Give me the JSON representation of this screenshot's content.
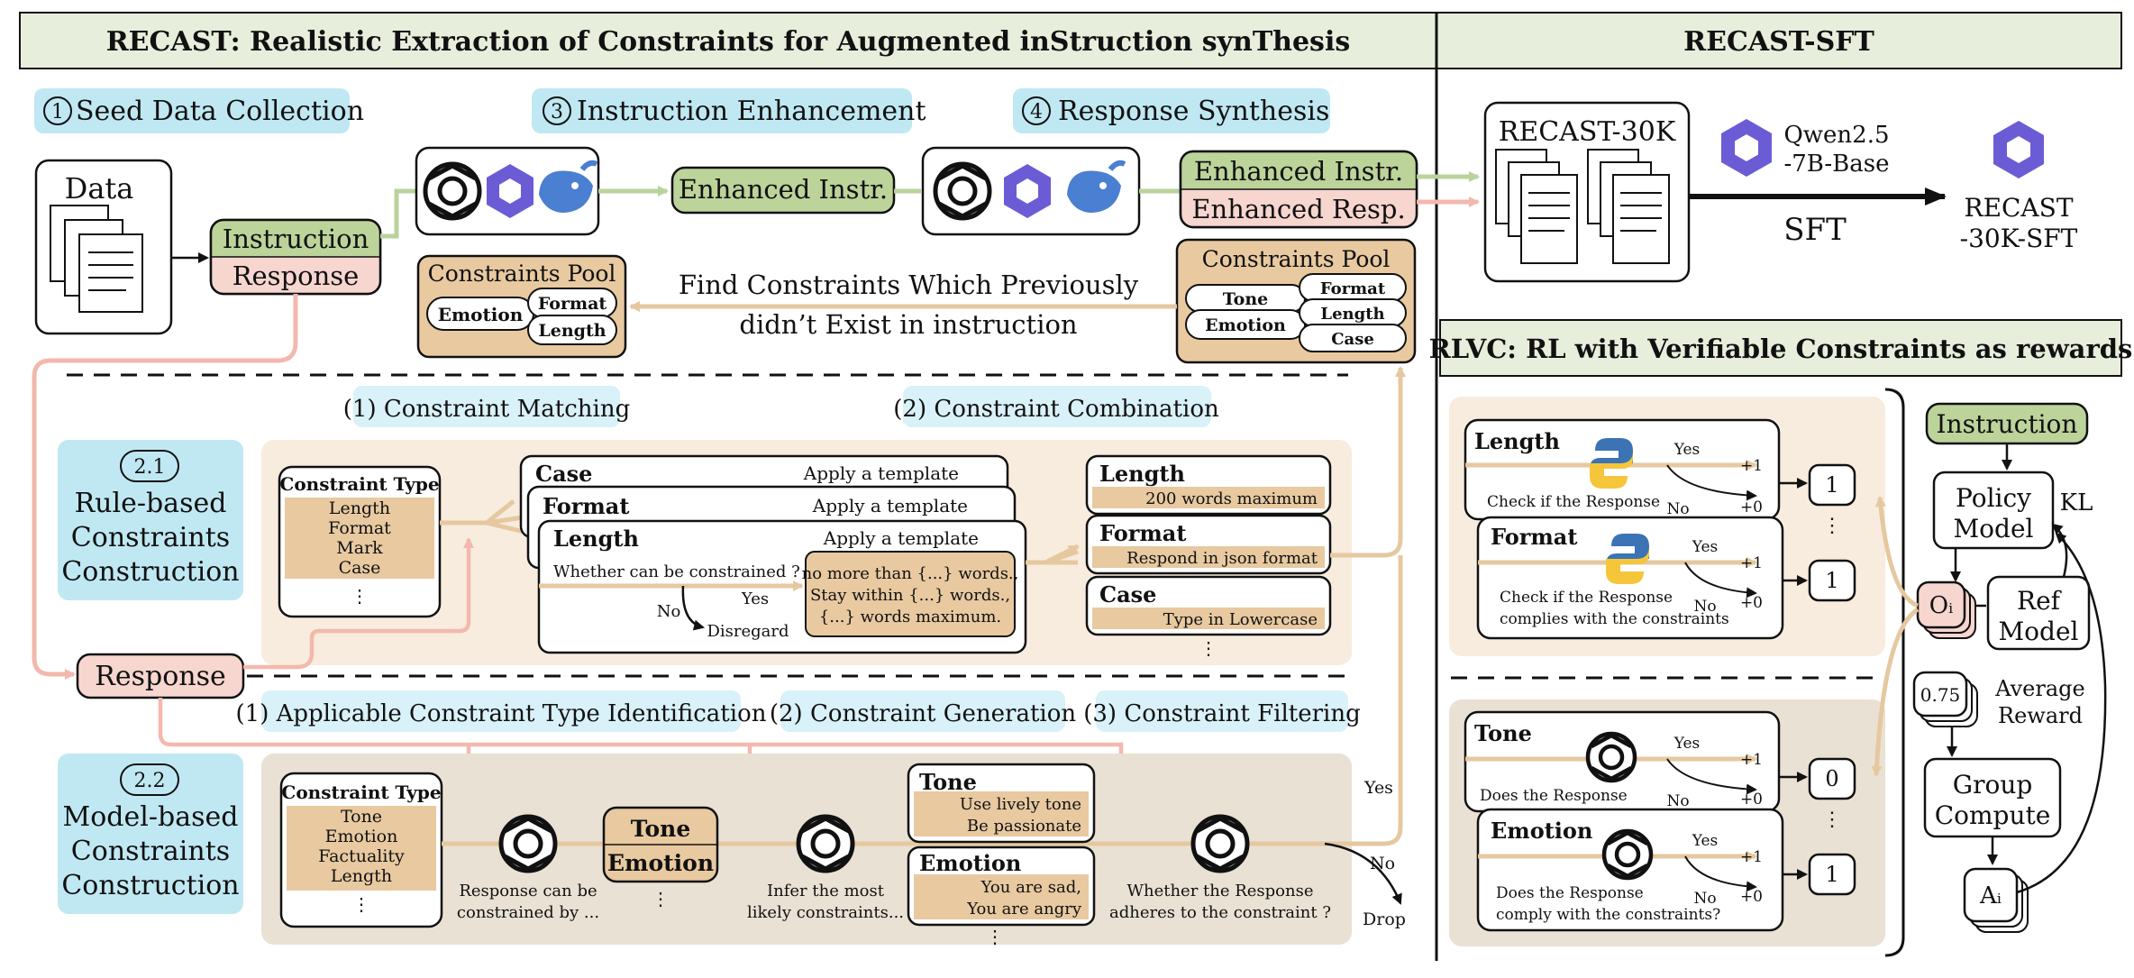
{
  "header": {
    "left_title": "RECAST: Realistic Extraction of Constraints for Augmented inStruction synThesis",
    "right_title": "RECAST-SFT",
    "rlvc_title": "RLVC: RL with Verifiable Constraints as rewards"
  },
  "stages": {
    "step1": {
      "num": "1",
      "label": "Seed Data Collection"
    },
    "step3": {
      "num": "3",
      "label": "Instruction Enhancement"
    },
    "step4": {
      "num": "4",
      "label": "Response Synthesis"
    }
  },
  "seed": {
    "data_label": "Data",
    "instruction": "Instruction",
    "response": "Response"
  },
  "enhance": {
    "enhanced_instr": "Enhanced Instr.",
    "pool_title": "Constraints Pool",
    "pool_items": [
      "Emotion",
      "Format",
      "Length"
    ]
  },
  "synth": {
    "enhanced_instr": "Enhanced Instr.",
    "enhanced_resp": "Enhanced Resp.",
    "pool_title": "Constraints Pool",
    "pool_items": [
      "Tone",
      "Format",
      "Emotion",
      "Length",
      "Case"
    ]
  },
  "find_text": {
    "line1": "Find Constraints Which Previously",
    "line2": "didn’t Exist in instruction"
  },
  "rule_based": {
    "badge": "2.1",
    "title": [
      "Rule-based",
      "Constraints",
      "Construction"
    ],
    "step1": "(1) Constraint Matching",
    "step2": "(2) Constraint Combination",
    "type_header": "Constraint Type",
    "types": [
      "Length",
      "Format",
      "Mark",
      "Case",
      "⋮"
    ],
    "cards": [
      {
        "name": "Case",
        "action": "Apply a template"
      },
      {
        "name": "Format",
        "action": "Apply a template"
      },
      {
        "name": "Length",
        "action": "Apply a template"
      }
    ],
    "question": "Whether can be constrained ?",
    "yes": "Yes",
    "no": "No",
    "disregard": "Disregard",
    "templates": [
      "no more than {...} words.,",
      "Stay within {...} words.,",
      "{...} words maximum."
    ],
    "results": [
      {
        "name": "Length",
        "value": "200 words maximum"
      },
      {
        "name": "Format",
        "value": "Respond in json format"
      },
      {
        "name": "Case",
        "value": "Type in Lowercase"
      }
    ],
    "more": "⋮"
  },
  "response_node": "Response",
  "model_based": {
    "badge": "2.2",
    "title": [
      "Model-based",
      "Constraints",
      "Construction"
    ],
    "step1": "(1) Applicable Constraint Type Identification",
    "step2": "(2) Constraint Generation",
    "step3": "(3) Constraint Filtering",
    "type_header": "Constraint Type",
    "types": [
      "Tone",
      "Emotion",
      "Factuality",
      "Length",
      "⋮"
    ],
    "caption1": [
      "Response can be",
      "constrained by ..."
    ],
    "picked": [
      "Tone",
      "Emotion"
    ],
    "caption2": [
      "Infer the most",
      "likely constraints..."
    ],
    "gen_cards": [
      {
        "name": "Tone",
        "lines": [
          "Use lively tone",
          "Be passionate"
        ]
      },
      {
        "name": "Emotion",
        "lines": [
          "You are sad,",
          "You are angry"
        ]
      }
    ],
    "caption3": [
      "Whether the Response",
      "adheres to the constraint ?"
    ],
    "yes": "Yes",
    "no": "No",
    "drop": "Drop",
    "more": "⋮"
  },
  "sft": {
    "dataset": "RECAST-30K",
    "base_model": [
      "Qwen2.5",
      "-7B-Base"
    ],
    "arrow_label": "SFT",
    "result_model": [
      "RECAST",
      "-30K-SFT"
    ]
  },
  "rlvc": {
    "top_cards": [
      {
        "name": "Length",
        "check": [
          "Check if the Response"
        ],
        "yes": "Yes",
        "no": "No",
        "plus1": "+1",
        "plus0": "+0",
        "score": "1"
      },
      {
        "name": "Format",
        "check": [
          "Check if the Response",
          "complies with the constraints"
        ],
        "yes": "Yes",
        "no": "No",
        "plus1": "+1",
        "plus0": "+0",
        "score": "1"
      }
    ],
    "bottom_cards": [
      {
        "name": "Tone",
        "check": [
          "Does the Response"
        ],
        "yes": "Yes",
        "no": "No",
        "plus1": "+1",
        "plus0": "+0",
        "score": "0"
      },
      {
        "name": "Emotion",
        "check": [
          "Does the Response",
          "comply with the constraints?"
        ],
        "yes": "Yes",
        "no": "No",
        "plus1": "+1",
        "plus0": "+0",
        "score": "1"
      }
    ],
    "more": "⋮",
    "instruction": "Instruction",
    "policy": [
      "Policy",
      "Model"
    ],
    "kl": "KL",
    "ref": [
      "Ref",
      "Model"
    ],
    "output": "Oᵢ",
    "avg_value": "0.75",
    "avg_label": [
      "Average",
      "Reward"
    ],
    "group": [
      "Group",
      "Compute"
    ],
    "advantage": "Aᵢ"
  },
  "colors": {
    "header_bg": "#e8eedc",
    "stage_bg": "#bfe8f3",
    "green": "#bcd39a",
    "pink": "#f6d6cf",
    "tan": "#e8c9a0",
    "light_tan": "#f7ecdd",
    "gray_panel": "#e9e1d3",
    "openai_blue": "#4a7fd1",
    "qwen_purple": "#6b5cd6",
    "pink_line": "#f3b8ad",
    "tan_line": "#e6c8a0",
    "green_line": "#b9d39c"
  }
}
